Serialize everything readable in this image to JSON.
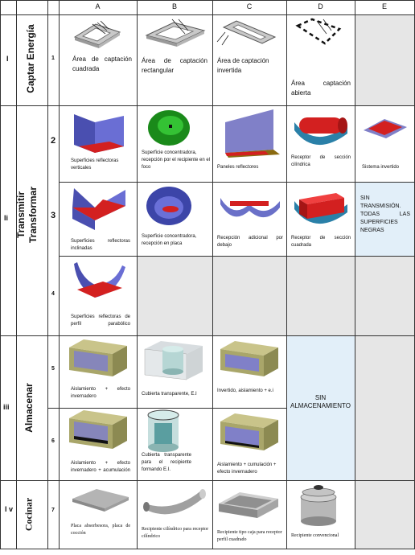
{
  "columns": [
    "A",
    "B",
    "C",
    "D",
    "E"
  ],
  "stages": [
    {
      "roman": "I",
      "name": "Captar Energía"
    },
    {
      "roman": "Ii",
      "name_line1": "Transmitir",
      "name_line2": "Transformar"
    },
    {
      "roman": "iii",
      "name": "Almacenar"
    },
    {
      "roman": "I v",
      "name": "Cocinar"
    }
  ],
  "rows": {
    "r1": "1",
    "r2": "2",
    "r3": "3",
    "r4": "4",
    "r5": "5",
    "r6": "6",
    "r7": "7"
  },
  "captions": {
    "r1a": "Área de captación cuadrada",
    "r1b": "Área de captación rectangular",
    "r1c": "Área de captación invertida",
    "r1d": "Área captación abierta",
    "r2a": "Superficies reflectoras verticales",
    "r2b": "Superficie concentradora, recepción por el recipiente en el foco",
    "r2c": "Paneles reflectores",
    "r2d": "Receptor de sección cilíndrica",
    "r2e": "Sistema invertido",
    "r3a": "Superficies reflectoras inclinadas",
    "r3b": "Superficie concentradora, recepción en placa",
    "r3c": "Recepción adicional por debajo",
    "r3d": "Receptor de sección cuadrada",
    "r3e": "SIN TRANSMISIÓN. TODAS LAS SUPERFICIES NEGRAS",
    "r4a": "Superficies reflectoras de perfil parabólico",
    "r5a": "Aislamiento + efecto invernadero",
    "r5b": "Cubierta transparente, E.I",
    "r5c": "Invertido, aislamiento + e.i",
    "r5d": "SIN ALMACENAMIENTO",
    "r6a": "Aislamiento + efecto invernadero + acumulación",
    "r6b": "Cubierta transparente para el recipiente formando E.I.",
    "r6c": "Aislamiento + cumulación + efecto invernadero",
    "r7a": "Placa absorbesora, placa de cocción",
    "r7b": "Recipiente cilíndrico para receptor cilíndrico",
    "r7c": "Recipiente tipo caja para receptor perfil cuadrado",
    "r7d": "Recipiente convencional"
  }
}
